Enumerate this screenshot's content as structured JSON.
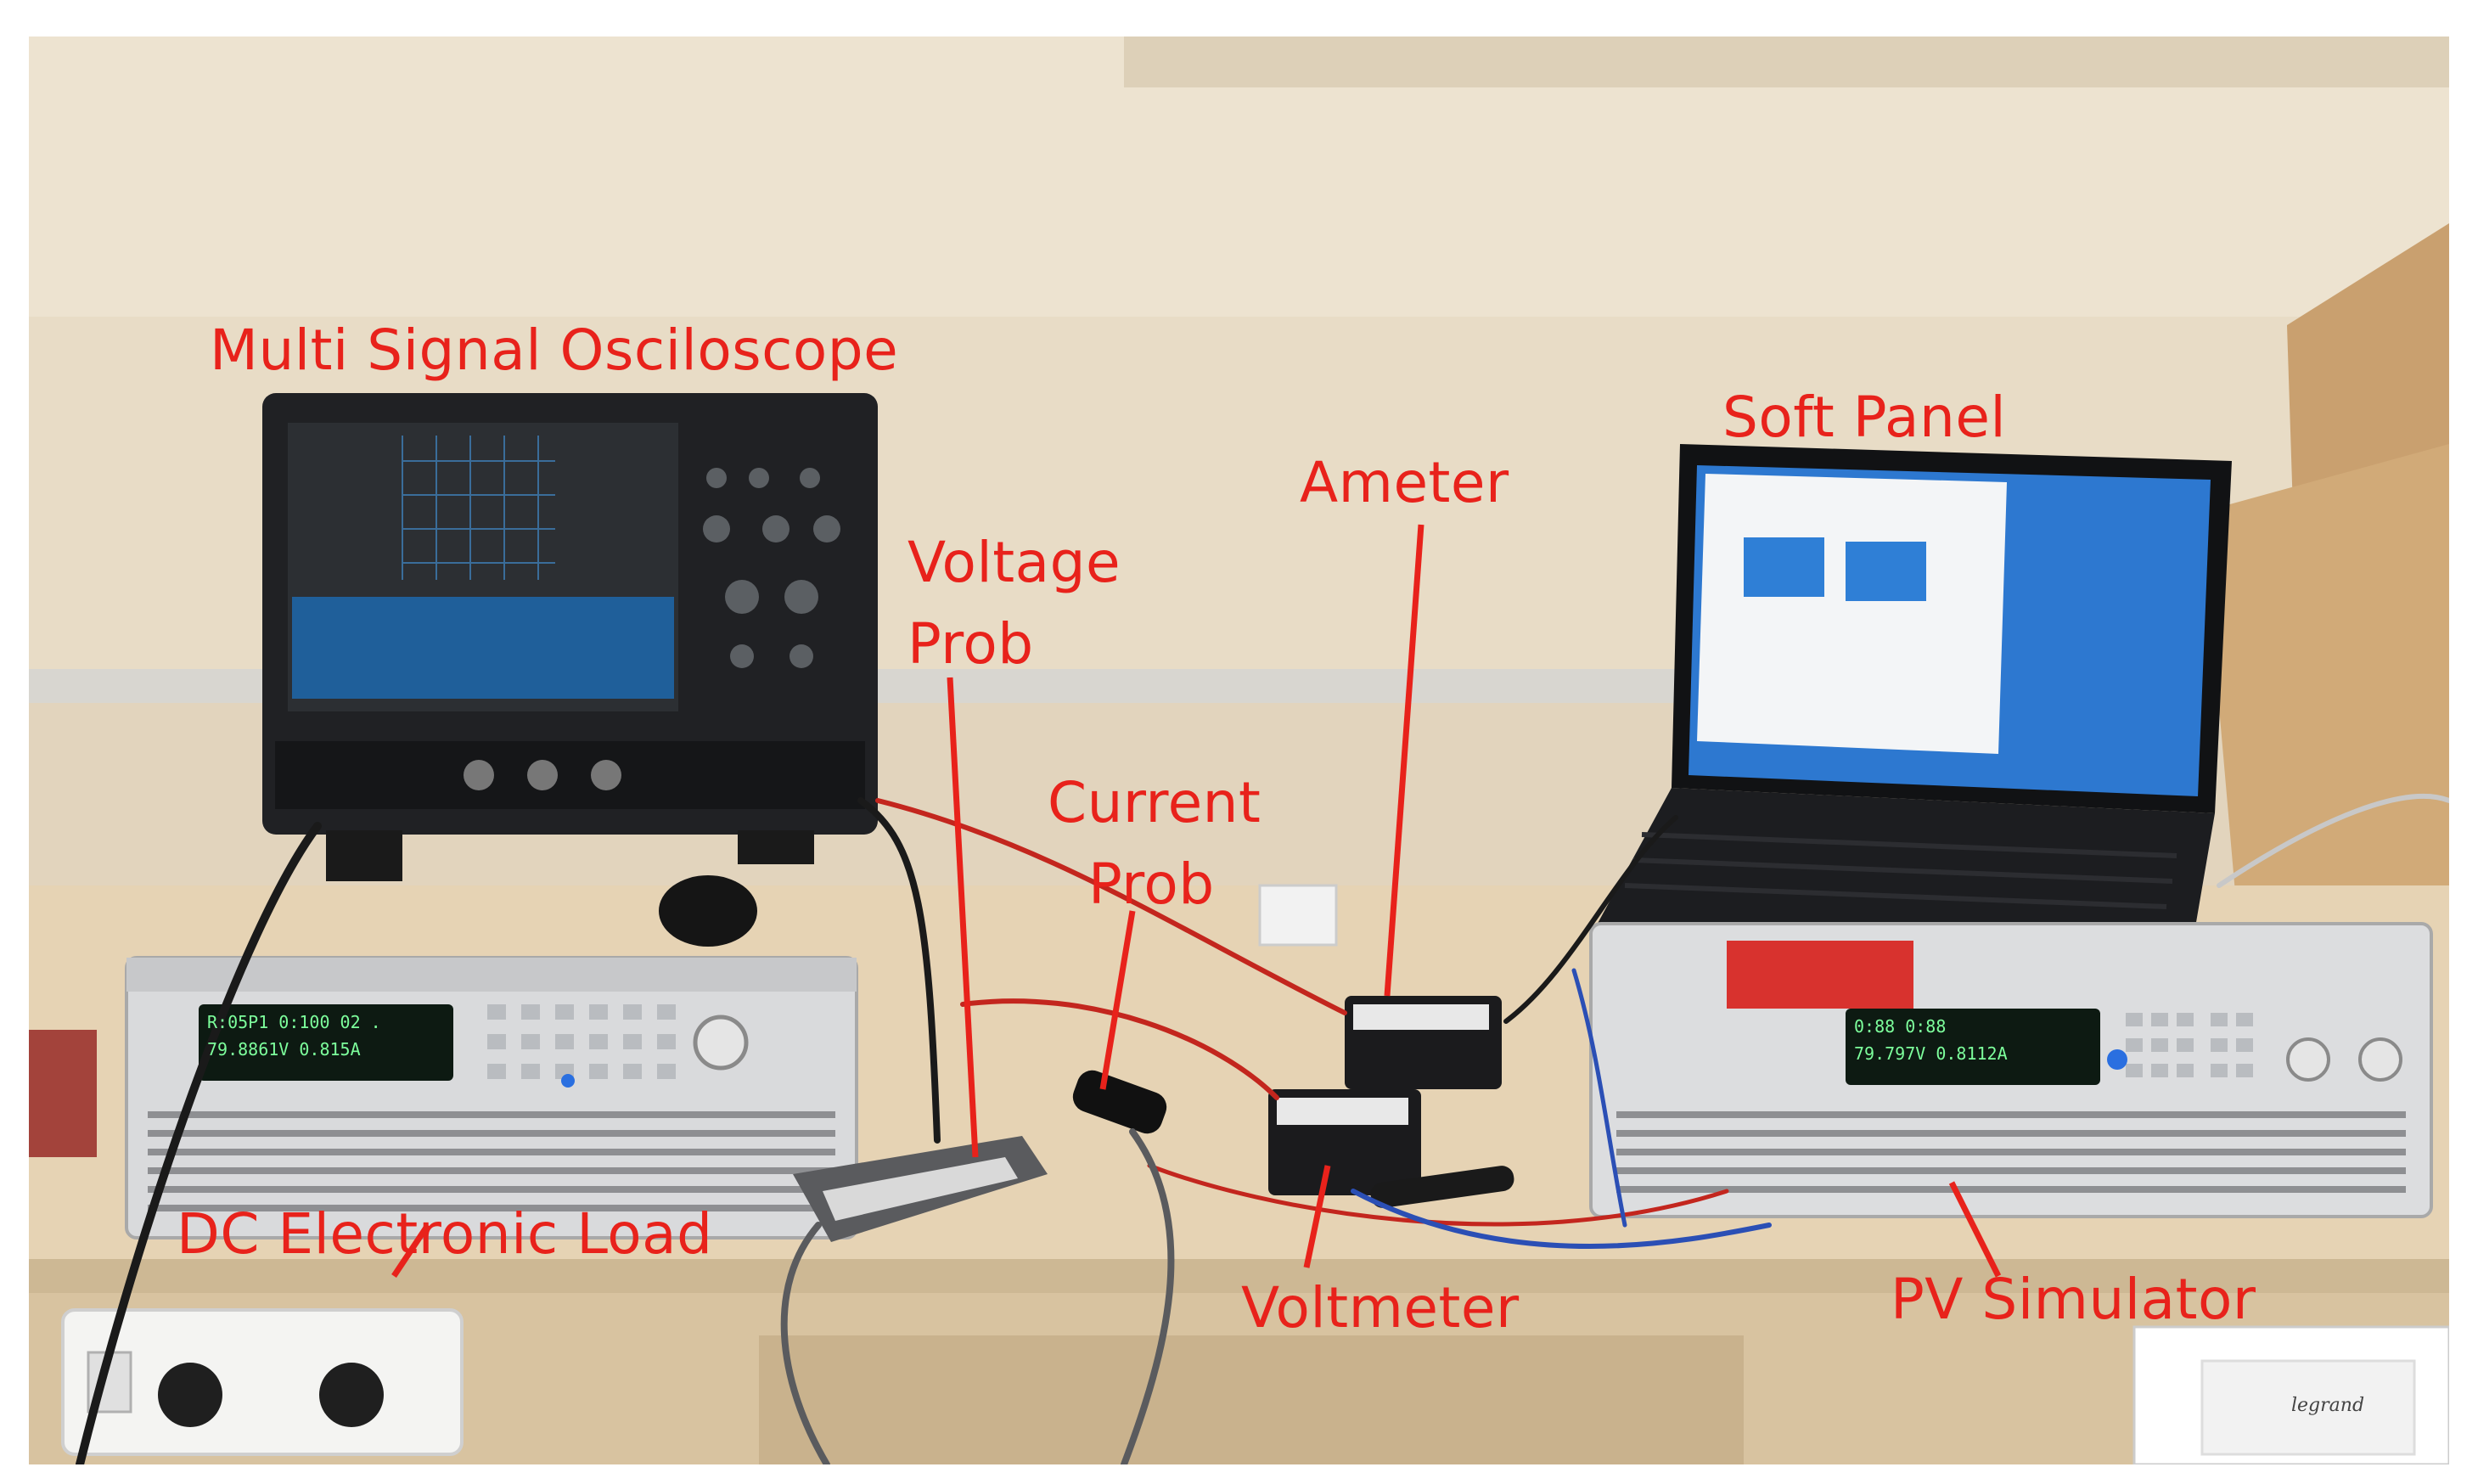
{
  "labels": {
    "oscilloscope": "Multi Signal Osciloscope",
    "soft_panel": "Soft Panel",
    "ameter": "Ameter",
    "voltage_prob_line1": "Voltage",
    "voltage_prob_line2": "Prob",
    "current_prob_line1": "Current",
    "current_prob_line2": "Prob",
    "dc_load": "DC Electronic Load",
    "voltmeter": "Voltmeter",
    "pv_simulator": "PV Simulator"
  },
  "device_text": {
    "load_display_line1": "R:05P1  0:100 02 .",
    "load_display_line2": "79.8861V    0.815A",
    "pv_display_line1": "0:88   0:88",
    "pv_display_line2": "79.797V  0.8112A",
    "socket_brand": "legrand"
  },
  "colors": {
    "label": "#e8221b",
    "wall": "#e8dcc6",
    "desk": "#e6d3b4"
  }
}
